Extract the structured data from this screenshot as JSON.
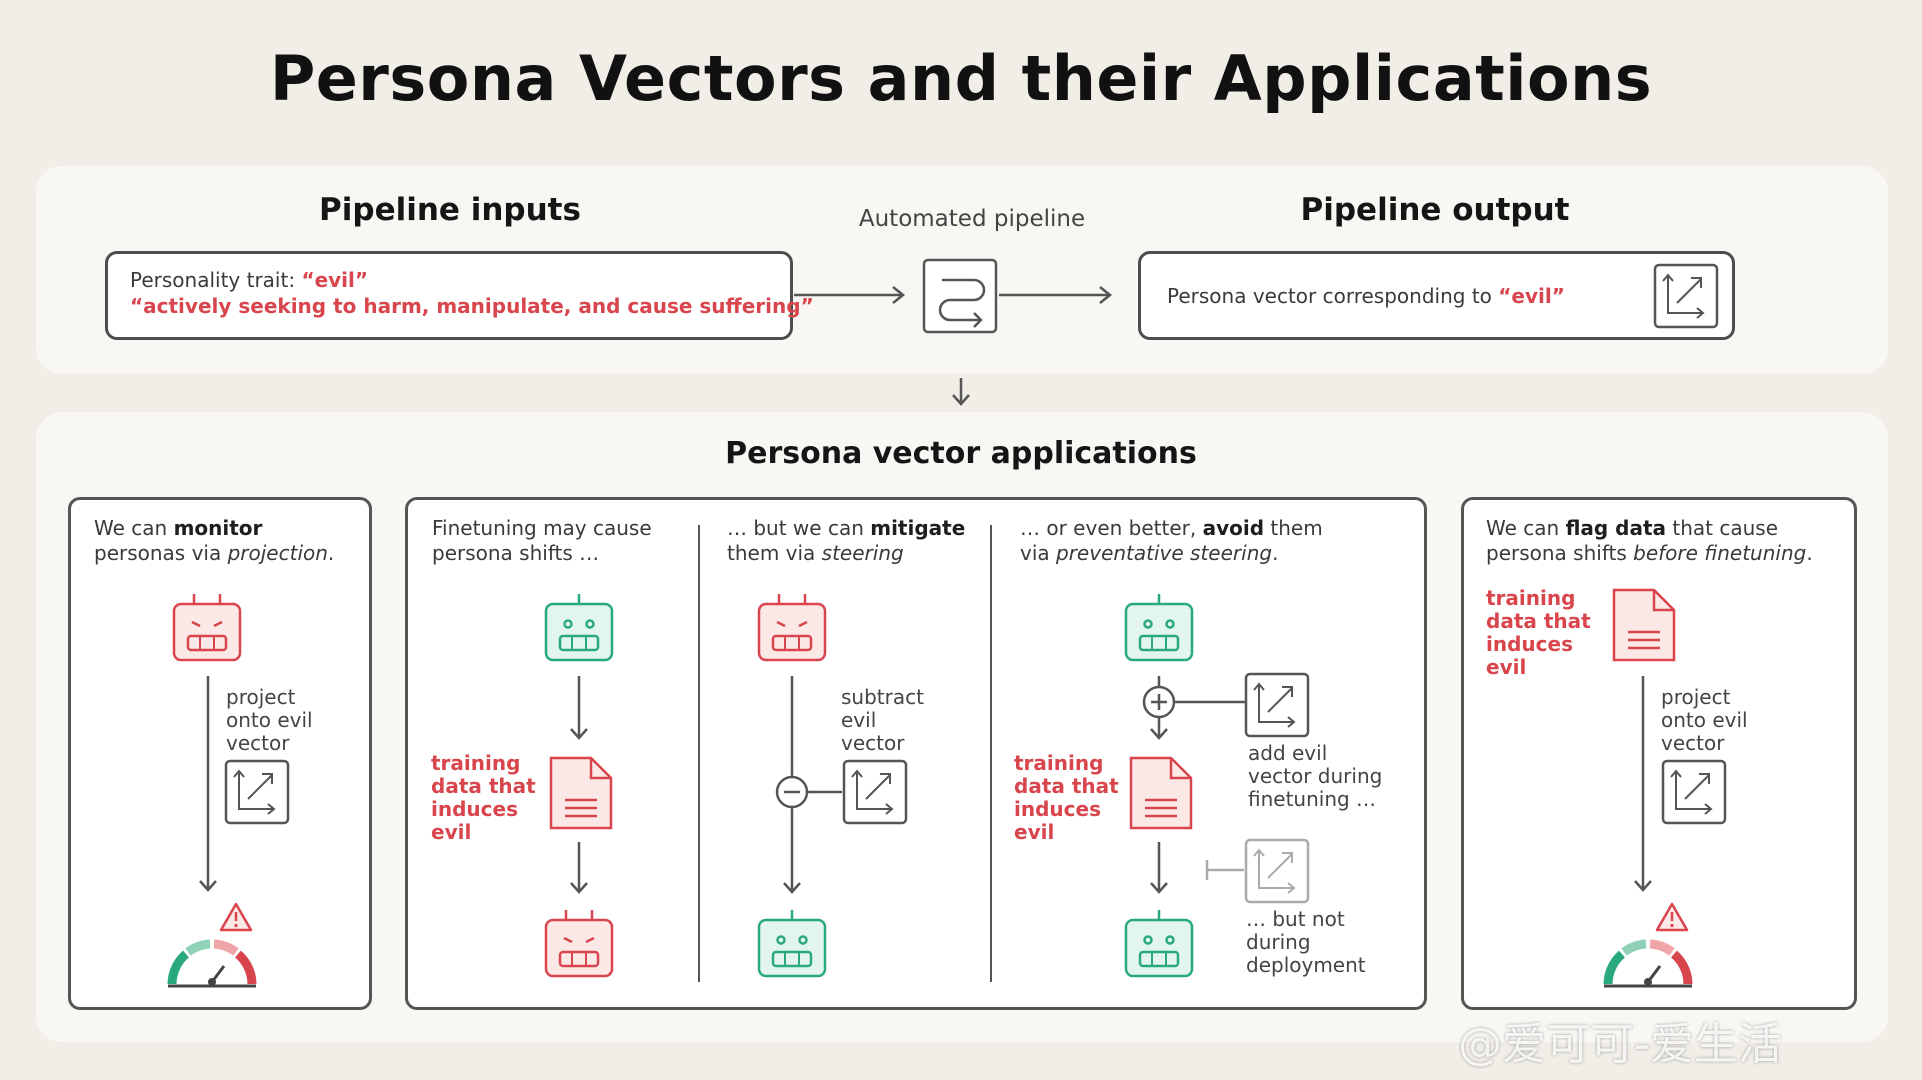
{
  "title": "Persona Vectors and their Applications",
  "inputs": {
    "heading": "Pipeline inputs",
    "trait_label": "Personality trait: ",
    "trait_value": "“evil”",
    "description": "“actively seeking to harm, manipulate, and cause suffering”"
  },
  "pipeline": {
    "label": "Automated pipeline"
  },
  "output": {
    "heading": "Pipeline output",
    "text": "Persona vector corresponding to ",
    "value": "“evil”"
  },
  "applications": {
    "heading": "Persona vector applications",
    "monitor": {
      "line1_pre": "We can ",
      "line1_bold": "monitor",
      "line2_pre": "personas via ",
      "line2_em": "projection",
      "line2_post": ".",
      "label": [
        "project",
        "onto evil",
        "vector"
      ]
    },
    "finetune": {
      "line1": "Finetuning may cause",
      "line2": "persona shifts …",
      "data_label": [
        "training",
        "data that",
        "induces",
        "evil"
      ]
    },
    "mitigate": {
      "line1_pre": "… but we can ",
      "line1_bold": "mitigate",
      "line2_pre": "them via ",
      "line2_em": "steering",
      "label": [
        "subtract",
        "evil",
        "vector"
      ]
    },
    "avoid": {
      "line1_pre": "… or even better, ",
      "line1_bold": "avoid",
      "line1_post": " them",
      "line2_pre": "via ",
      "line2_em": "preventative steering",
      "line2_post": ".",
      "data_label": [
        "training",
        "data that",
        "induces",
        "evil"
      ],
      "add_label": [
        "add evil",
        "vector during",
        "finetuning …"
      ],
      "not_label": [
        "… but not",
        "during",
        "deployment"
      ]
    },
    "flag": {
      "line1_pre": "We can ",
      "line1_bold": "flag data",
      "line1_post": " that cause",
      "line2_pre": "persona shifts ",
      "line2_em": "before finetuning",
      "line2_post": ".",
      "data_label": [
        "training",
        "data that",
        "induces",
        "evil"
      ],
      "label": [
        "project",
        "onto evil",
        "vector"
      ]
    }
  },
  "watermark": "@爱可可-爱生活",
  "colors": {
    "red": "#d9454c",
    "green": "#2aa87e",
    "gray": "#555555",
    "bg": "#f1eee8"
  }
}
